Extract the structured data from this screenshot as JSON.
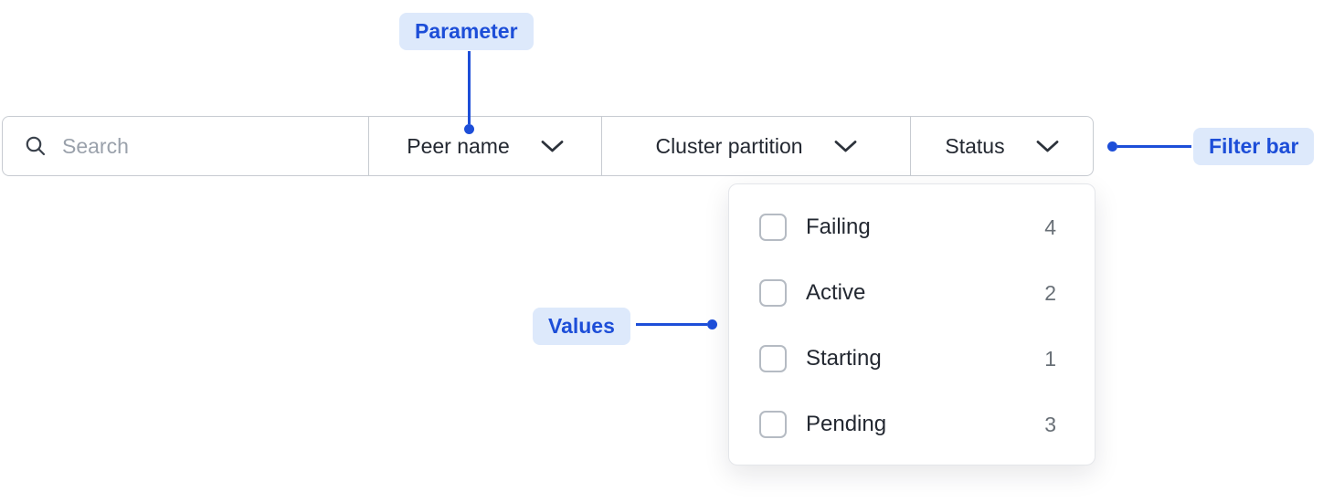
{
  "accent": {
    "blue": "#1d4ed8",
    "pill_bg": "#dde9fb"
  },
  "annotations": {
    "parameter_label": "Parameter",
    "filter_bar_label": "Filter bar",
    "values_label": "Values"
  },
  "filter_bar": {
    "search": {
      "placeholder": "Search"
    },
    "filters": [
      {
        "label": "Peer name"
      },
      {
        "label": "Cluster partition"
      },
      {
        "label": "Status"
      }
    ]
  },
  "dropdown": {
    "items": [
      {
        "label": "Failing",
        "count": "4",
        "checked": false
      },
      {
        "label": "Active",
        "count": "2",
        "checked": false
      },
      {
        "label": "Starting",
        "count": "1",
        "checked": false
      },
      {
        "label": "Pending",
        "count": "3",
        "checked": false
      }
    ]
  }
}
